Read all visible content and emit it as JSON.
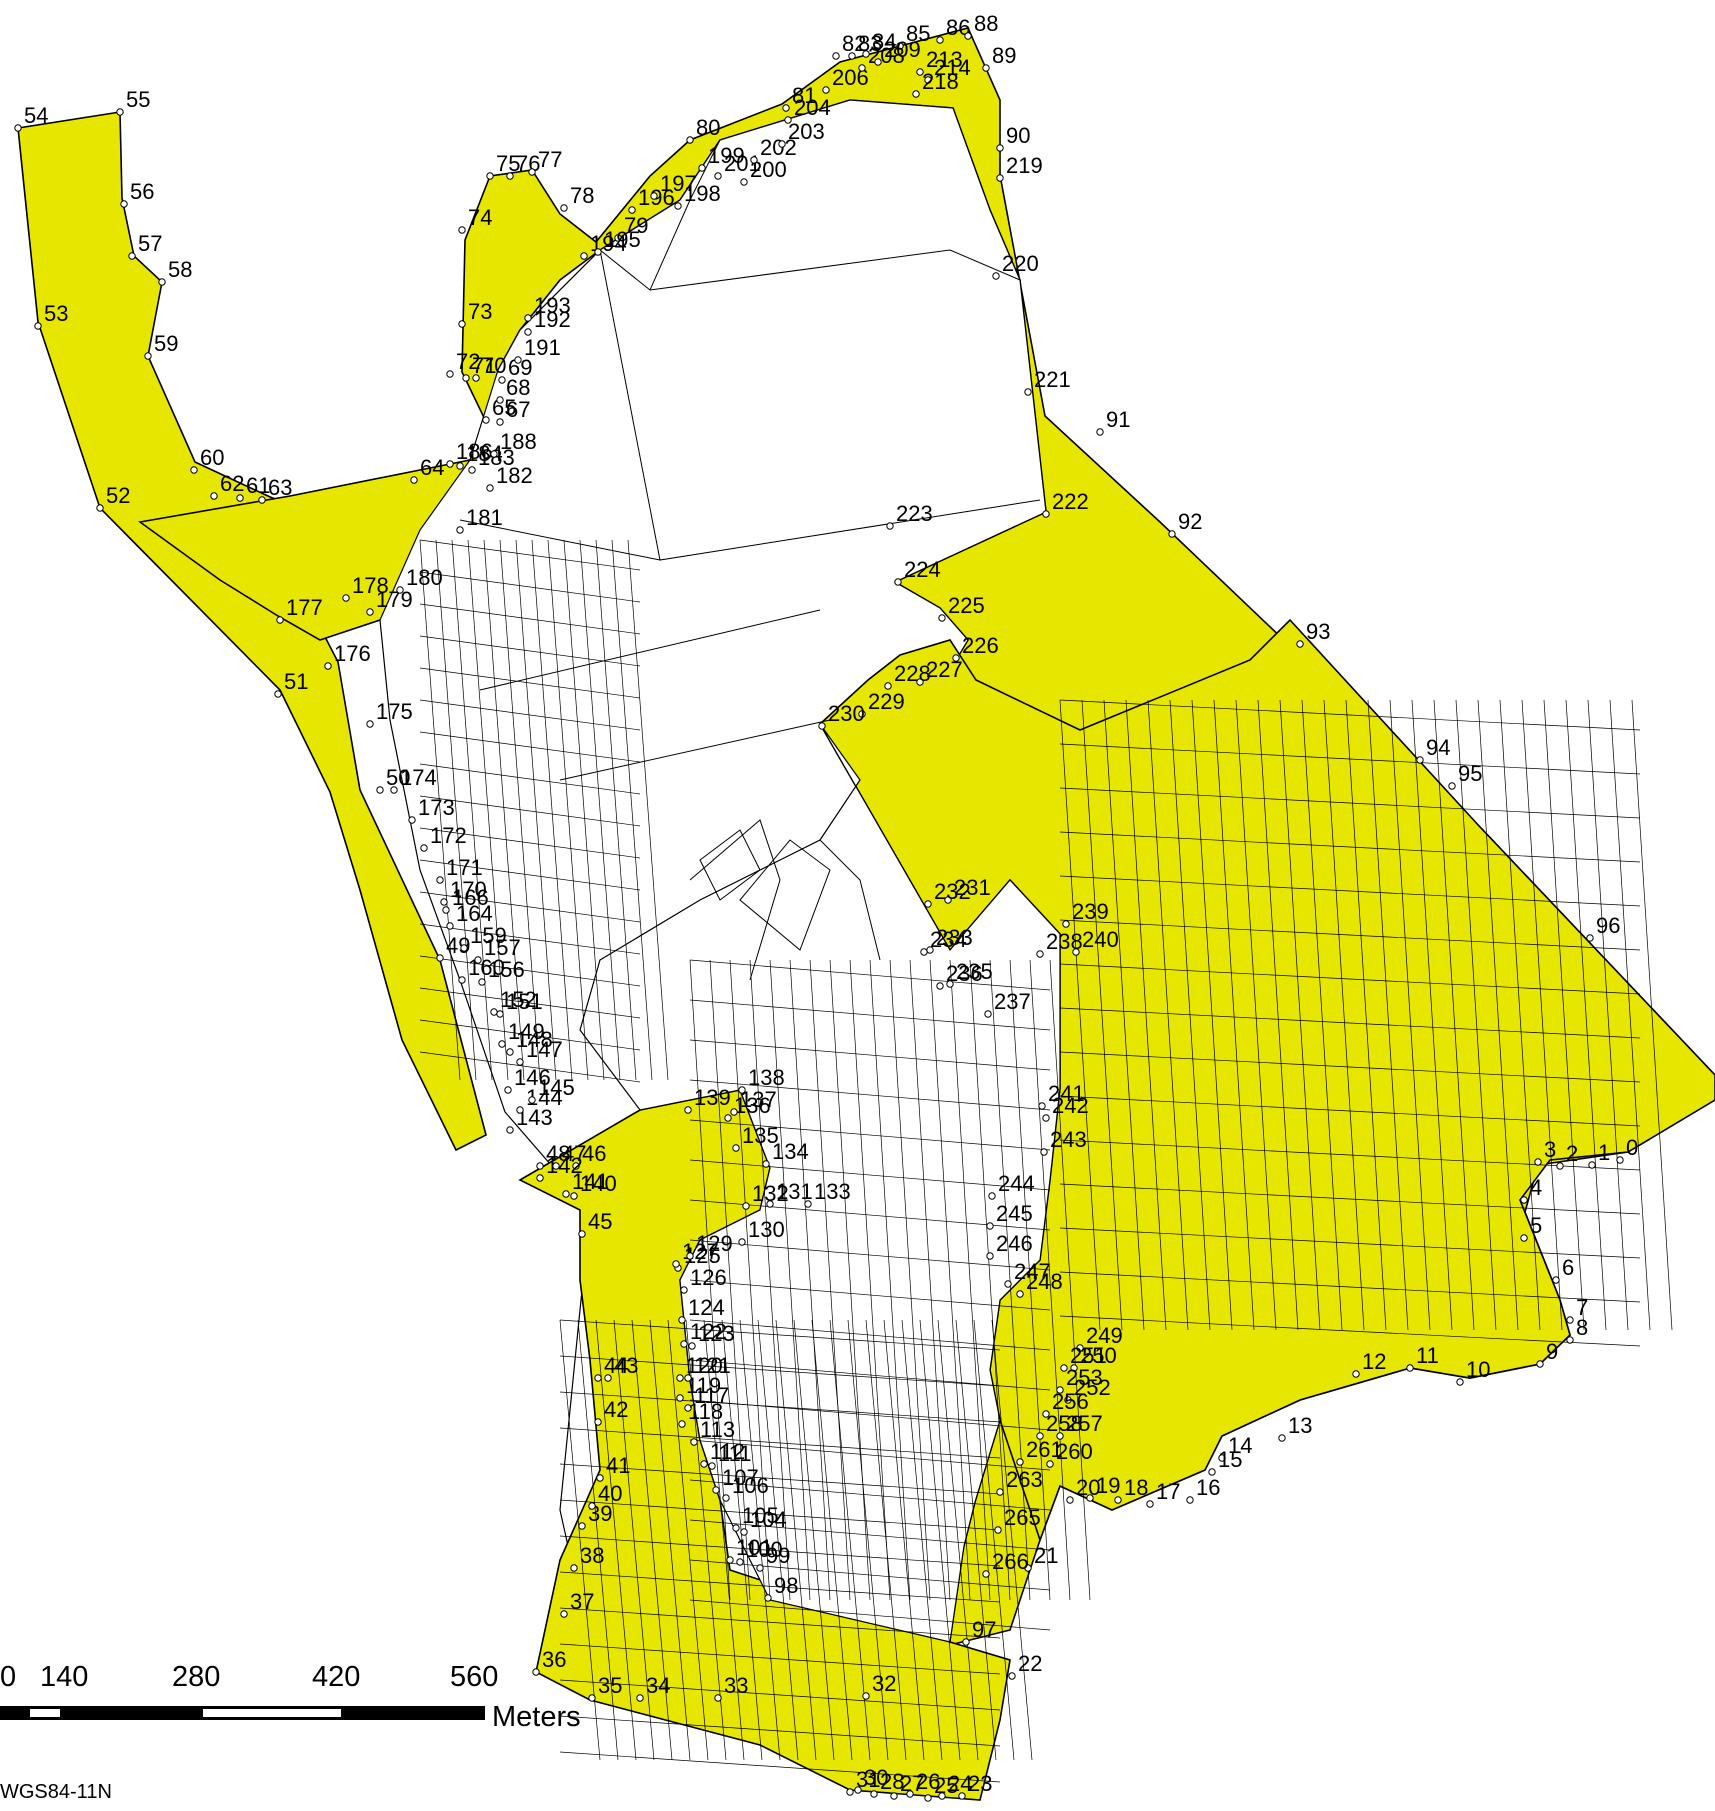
{
  "map": {
    "fill_color": "#e6e600",
    "vertex_labels": [
      "0",
      "1",
      "2",
      "3",
      "4",
      "5",
      "6",
      "7",
      "8",
      "9",
      "10",
      "11",
      "12",
      "13",
      "14",
      "15",
      "16",
      "17",
      "18",
      "19",
      "20",
      "21",
      "22",
      "23",
      "24",
      "25",
      "26",
      "27",
      "28",
      "30",
      "31",
      "32",
      "33",
      "34",
      "35",
      "36",
      "37",
      "38",
      "39",
      "40",
      "41",
      "42",
      "43",
      "44",
      "45",
      "46",
      "47",
      "48",
      "49",
      "50",
      "51",
      "52",
      "53",
      "54",
      "55",
      "56",
      "57",
      "58",
      "59",
      "60",
      "61",
      "62",
      "63",
      "64",
      "65",
      "67",
      "68",
      "69",
      "70",
      "71",
      "72",
      "73",
      "74",
      "75",
      "76",
      "77",
      "78",
      "79",
      "80",
      "81",
      "82",
      "83",
      "84",
      "85",
      "86",
      "88",
      "89",
      "90",
      "91",
      "92",
      "93",
      "94",
      "95",
      "96",
      "97",
      "98",
      "99",
      "100",
      "101",
      "104",
      "105",
      "106",
      "107",
      "111",
      "112",
      "113",
      "117",
      "118",
      "119",
      "120",
      "121",
      "122",
      "123",
      "124",
      "125",
      "126",
      "127",
      "129",
      "130",
      "131",
      "132",
      "133",
      "134",
      "135",
      "136",
      "137",
      "138",
      "139",
      "140",
      "141",
      "142",
      "143",
      "144",
      "145",
      "146",
      "147",
      "148",
      "149",
      "151",
      "152",
      "156",
      "157",
      "159",
      "160",
      "164",
      "166",
      "170",
      "171",
      "172",
      "173",
      "174",
      "175",
      "176",
      "177",
      "178",
      "179",
      "180",
      "181",
      "182",
      "183",
      "184",
      "186",
      "188",
      "191",
      "192",
      "193",
      "194",
      "195",
      "196",
      "197",
      "198",
      "199",
      "200",
      "201",
      "202",
      "203",
      "204",
      "206",
      "208",
      "209",
      "213",
      "214",
      "218",
      "219",
      "220",
      "221",
      "222",
      "223",
      "224",
      "225",
      "226",
      "227",
      "228",
      "229",
      "230",
      "231",
      "232",
      "233",
      "234",
      "235",
      "236",
      "237",
      "238",
      "239",
      "240",
      "241",
      "242",
      "243",
      "244",
      "245",
      "246",
      "247",
      "248",
      "249",
      "250",
      "251",
      "252",
      "253",
      "256",
      "257",
      "258",
      "260",
      "261",
      "263",
      "265",
      "266"
    ]
  },
  "scale_bar": {
    "tick_labels": [
      "0",
      "140",
      "280",
      "420",
      "560"
    ],
    "unit": "Meters"
  },
  "crs_label": "WGS84-11N"
}
